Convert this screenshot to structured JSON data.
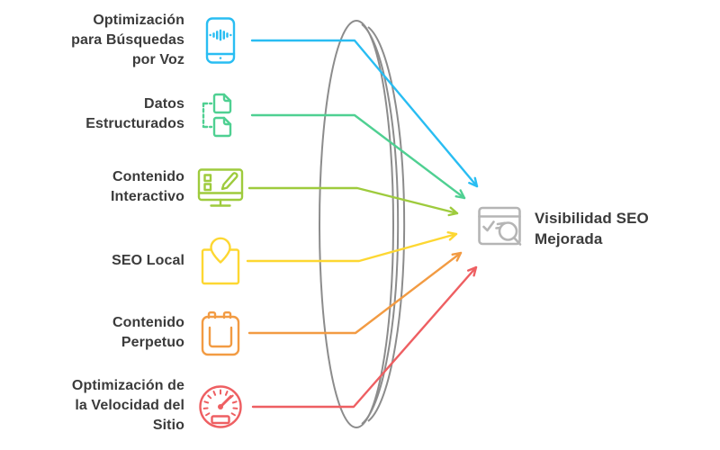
{
  "diagram": {
    "background": "#ffffff",
    "lens": {
      "stroke": "#8c8c8c"
    },
    "items": [
      {
        "label": "Optimización\npara Búsquedas\npor Voz",
        "icon": "voice-search-phone-icon",
        "color": "#29bdf2"
      },
      {
        "label": "Datos\nEstructurados",
        "icon": "structured-data-documents-icon",
        "color": "#4fd092"
      },
      {
        "label": "Contenido\nInteractivo",
        "icon": "interactive-content-monitor-icon",
        "color": "#9ecb3d"
      },
      {
        "label": "SEO Local",
        "icon": "local-seo-map-pin-icon",
        "color": "#fdd732"
      },
      {
        "label": "Contenido\nPerpetuo",
        "icon": "evergreen-content-calendar-icon",
        "color": "#f29b43"
      },
      {
        "label": "Optimización de\nla Velocidad del\nSitio",
        "icon": "site-speed-gauge-icon",
        "color": "#ee5f62"
      }
    ],
    "result": {
      "label": "Visibilidad SEO\nMejorada",
      "icon": "browser-search-icon",
      "color": "#b5b5b5",
      "text_color": "#3b3b3b"
    }
  }
}
